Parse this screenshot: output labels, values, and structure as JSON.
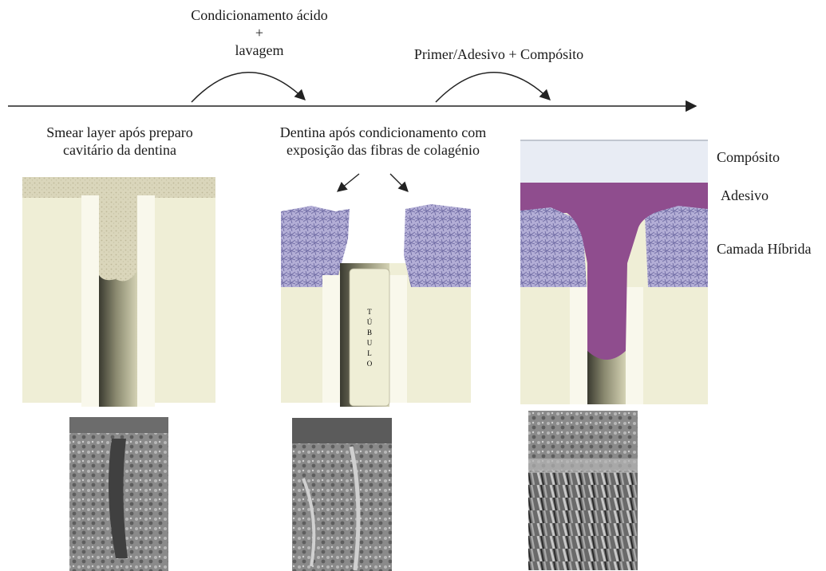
{
  "top_labels": {
    "step1": [
      "Condicionamento ácido",
      "+",
      "lavagem"
    ],
    "step2": "Primer/Adesivo + Compósito"
  },
  "panels": {
    "smear": [
      "Smear layer após preparo",
      "cavitário da dentina"
    ],
    "etched": [
      "Dentina após condicionamento com",
      "exposição das fibras de colagénio"
    ]
  },
  "tubule_letters": [
    "T",
    "Ú",
    "B",
    "U",
    "L",
    "O"
  ],
  "layer_labels": {
    "composite": "Compósito",
    "adhesive": "Adesivo",
    "hybrid": "Camada Híbrida"
  },
  "colors": {
    "dentin": "#efeed6",
    "smear": "#d9d5b9",
    "collagen": "#a9a3cf",
    "adhesive": "#8f4d8e",
    "composite": "#e8ecf4",
    "sem_gray": "#7d7d7d"
  }
}
